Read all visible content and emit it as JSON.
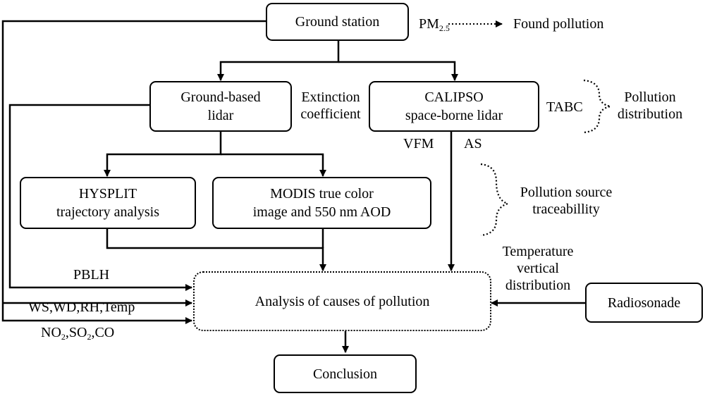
{
  "nodes": {
    "ground_station": "Ground station",
    "ground_lidar": [
      "Ground-based",
      "lidar"
    ],
    "calipso": [
      "CALIPSO",
      "space-borne lidar"
    ],
    "hysplit": [
      "HYSPLIT",
      "trajectory analysis"
    ],
    "modis": [
      "MODIS true color",
      "image and 550 nm AOD"
    ],
    "analysis": "Analysis of causes of pollution",
    "radiosonade": "Radiosonade",
    "conclusion": "Conclusion"
  },
  "labels": {
    "pm": "PM",
    "pm_sub": "2.5",
    "found_pollution": "Found pollution",
    "extinction": [
      "Extinction",
      "coefficient"
    ],
    "tabc": "TABC",
    "pollution_distribution": [
      "Pollution",
      "distribution"
    ],
    "vfm": "VFM",
    "as": "AS",
    "source_traceability": [
      "Pollution source",
      "traceabillity"
    ],
    "temperature_vertical": [
      "Temperature",
      "vertical",
      "distribution"
    ],
    "pblh": "PBLH",
    "ws_wd": "WS,WD,RH,Temp",
    "no2": "NO",
    "no2_sub": "2",
    "so2": ",SO",
    "so2_sub": "2",
    "co": ",CO"
  }
}
